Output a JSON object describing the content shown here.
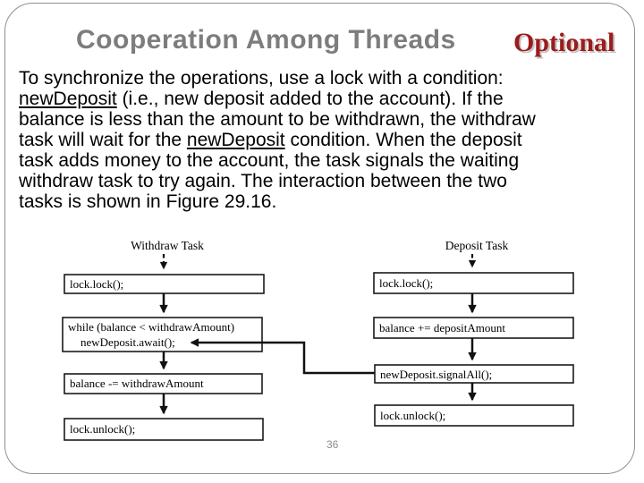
{
  "slide": {
    "title": "Cooperation Among Threads",
    "optional_label": "Optional",
    "page_number": "36"
  },
  "body": {
    "lines": [
      {
        "t": "To synchronize the operations, use a lock with a condition:"
      },
      {
        "u": "newDeposit",
        "rest": " (i.e., new deposit added to the account). If the"
      },
      {
        "t": "balance is less than the amount to be withdrawn, the withdraw"
      },
      {
        "pre": "task will wait for the ",
        "u": "newDeposit",
        "rest": " condition. When the deposit"
      },
      {
        "t": "task adds money to the account, the task signals the waiting"
      },
      {
        "t": "withdraw task to try again. The interaction between the two"
      },
      {
        "t": "tasks is shown in Figure 29.16."
      }
    ]
  },
  "diagram": {
    "withdraw": {
      "label": "Withdraw Task",
      "box1": "lock.lock();",
      "box2_line1": "while (balance < withdrawAmount)",
      "box2_line2": "newDeposit.await();",
      "box3": "balance -= withdrawAmount",
      "box4": "lock.unlock();"
    },
    "deposit": {
      "label": "Deposit Task",
      "box1": "lock.lock();",
      "box2": "balance += depositAmount",
      "box3": "newDeposit.signalAll();",
      "box4": "lock.unlock();"
    }
  },
  "colors": {
    "title_gray": "#7d7d7d",
    "optional_red": "#9e1b1b",
    "optional_shadow": "#c4c4c4",
    "body_text": "#000000",
    "frame_border": "#8f8f8f",
    "diagram_ink": "#111111",
    "page_number_gray": "#8c8c8c"
  }
}
